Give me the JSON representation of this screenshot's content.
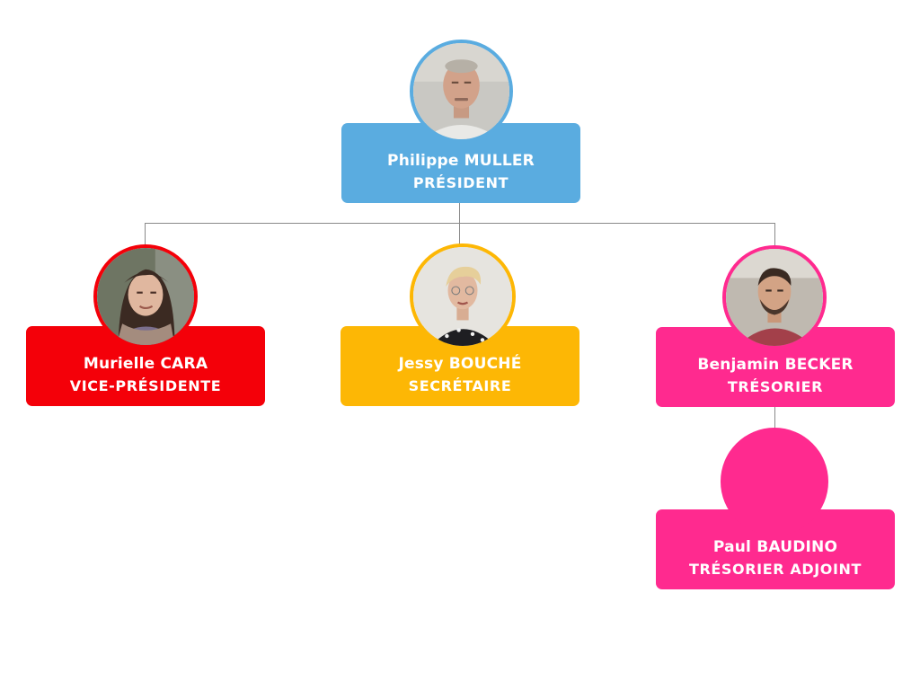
{
  "colors": {
    "president": "#5aace0",
    "vice_president": "#f40009",
    "secretary": "#fdb705",
    "treasurer": "#ff2a8f",
    "connector": "#8a8a8a"
  },
  "president": {
    "name": "Philippe MULLER",
    "role": "PRÉSIDENT",
    "photo_icon": "person-photo-icon"
  },
  "vice_president": {
    "name": "Murielle CARA",
    "role": "VICE-PRÉSIDENTE",
    "photo_icon": "person-photo-icon"
  },
  "secretary": {
    "name": "Jessy BOUCHÉ",
    "role": "SECRÉTAIRE",
    "photo_icon": "person-photo-icon"
  },
  "treasurer": {
    "name": "Benjamin BECKER",
    "role": "TRÉSORIER",
    "photo_icon": "person-photo-icon"
  },
  "assistant_treasurer": {
    "name": "Paul BAUDINO",
    "role": "TRÉSORIER ADJOINT",
    "photo_icon": "empty-avatar-placeholder"
  }
}
